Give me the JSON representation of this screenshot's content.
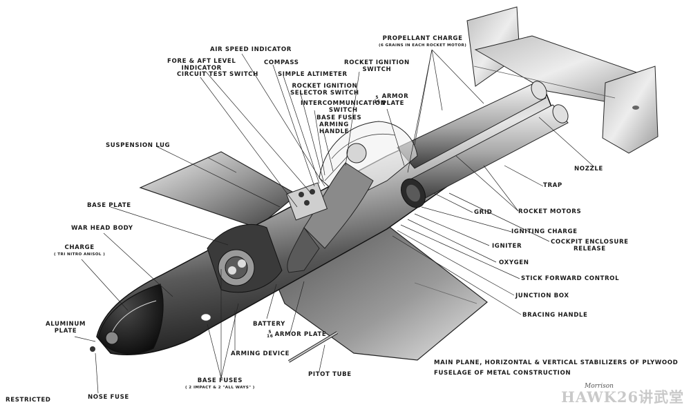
{
  "labels": {
    "propellant_charge": "PROPELLANT CHARGE",
    "propellant_charge_sub": "(6 GRAINS IN EACH ROCKET MOTOR)",
    "air_speed_indicator": "AIR SPEED INDICATOR",
    "fore_aft_level_1": "FORE & AFT LEVEL",
    "fore_aft_level_2": "INDICATOR",
    "circuit_test_switch": "CIRCUIT TEST SWITCH",
    "compass": "COMPASS",
    "simple_altimeter": "SIMPLE ALTIMETER",
    "rocket_ignition_switch_1": "ROCKET IGNITION",
    "rocket_ignition_switch_2": "SWITCH",
    "rocket_ignition_selector_1": "ROCKET IGNITION",
    "rocket_ignition_selector_2": "SELECTOR SWITCH",
    "armor_plate_top_num": "5",
    "armor_plate_top_den": "16",
    "armor_plate_top_1": "ARMOR",
    "armor_plate_top_2": "PLATE",
    "intercom_1": "INTERCOMMUNICATION",
    "intercom_2": "SWITCH",
    "base_fuses_arming_1": "BASE FUSES",
    "base_fuses_arming_2": "ARMING",
    "base_fuses_arming_3": "HANDLE",
    "suspension_lug": "SUSPENSION LUG",
    "base_plate": "BASE PLATE",
    "war_head_body": "WAR HEAD BODY",
    "charge": "CHARGE",
    "charge_sub": "( TRI NITRO ANISOL )",
    "aluminum_plate_1": "ALUMINUM",
    "aluminum_plate_2": "PLATE",
    "nose_fuse": "NOSE FUSE",
    "restricted": "RESTRICTED",
    "base_fuses": "BASE FUSES",
    "base_fuses_sub": "( 2 IMPACT & 2 \"ALL WAYS\" )",
    "arming_device": "ARMING DEVICE",
    "battery": "BATTERY",
    "armor_plate_bottom_num": "5",
    "armor_plate_bottom_den": "16",
    "armor_plate_bottom": "ARMOR PLATE",
    "pitot_tube": "PITOT TUBE",
    "nozzle": "NOZZLE",
    "trap": "TRAP",
    "grid": "GRID",
    "rocket_motors": "ROCKET MOTORS",
    "igniting_charge": "IGNITING CHARGE",
    "cockpit_enclosure_1": "COCKPIT ENCLOSURE",
    "cockpit_enclosure_2": "RELEASE",
    "igniter": "IGNITER",
    "oxygen": "OXYGEN",
    "stick_forward_control": "STICK FORWARD CONTROL",
    "junction_box": "JUNCTION BOX",
    "bracing_handle": "BRACING HANDLE"
  },
  "notes": {
    "line1": "MAIN PLANE, HORIZONTAL & VERTICAL STABILIZERS OF PLYWOOD",
    "line2": "FUSELAGE OF METAL CONSTRUCTION"
  },
  "signature": "Morrison",
  "watermark": "HAWK26讲武堂"
}
